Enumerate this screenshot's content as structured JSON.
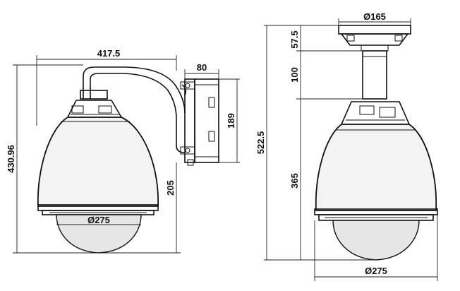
{
  "dimensions": {
    "wall_mount": {
      "overall_width": "417.5",
      "bracket_depth": "80",
      "bracket_height": "189",
      "overall_height": "430.96",
      "body_height": "205",
      "dome_diameter": "Ø275"
    },
    "pendant_mount": {
      "flange_diameter": "Ø165",
      "flange_height": "57.5",
      "pole_length": "100",
      "body_height": "365",
      "overall_height": "522.5",
      "dome_diameter": "Ø275"
    }
  }
}
